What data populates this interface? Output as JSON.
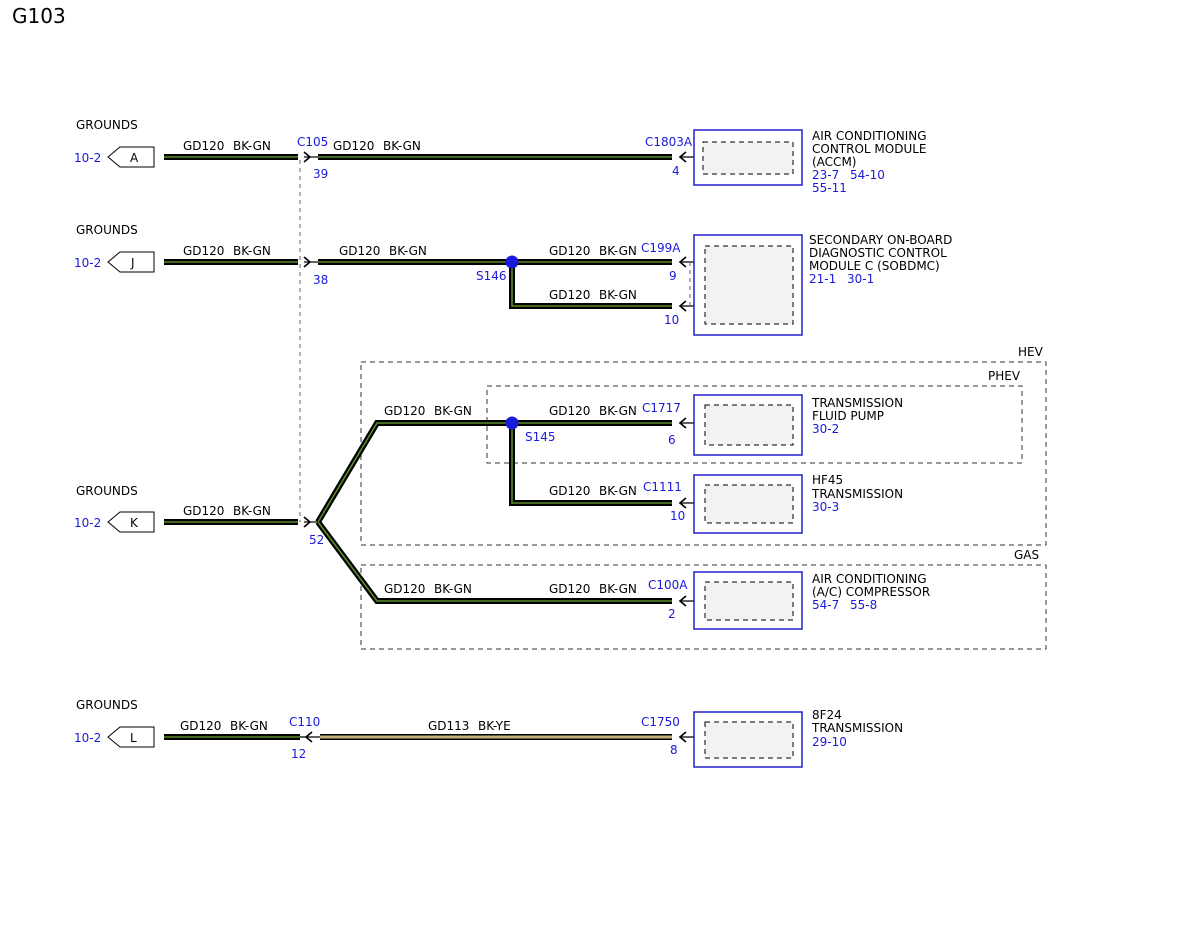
{
  "title": "G103",
  "grounds": [
    {
      "label": "GROUNDS",
      "ref": "10-2",
      "letter": "A"
    },
    {
      "label": "GROUNDS",
      "ref": "10-2",
      "letter": "J"
    },
    {
      "label": "GROUNDS",
      "ref": "10-2",
      "letter": "K"
    },
    {
      "label": "GROUNDS",
      "ref": "10-2",
      "letter": "L"
    }
  ],
  "wires": {
    "gd120": "GD120",
    "bkgn": "BK-GN",
    "gd113": "GD113",
    "bkye": "BK-YE"
  },
  "connectors": {
    "c105": "C105",
    "c105_pin": "39",
    "j_pin": "38",
    "k_pin": "52",
    "c110": "C110",
    "c110_pin": "12",
    "c1803a": "C1803A",
    "c1803a_pin": "4",
    "c199a": "C199A",
    "c199a_pin1": "9",
    "c199a_pin2": "10",
    "c1717": "C1717",
    "c1717_pin": "6",
    "c1111": "C1111",
    "c1111_pin": "10",
    "c100a": "C100A",
    "c100a_pin": "2",
    "c1750": "C1750",
    "c1750_pin": "8"
  },
  "splices": {
    "s146": "S146",
    "s145": "S145"
  },
  "regions": {
    "hev": "HEV",
    "phev": "PHEV",
    "gas": "GAS"
  },
  "modules": {
    "accm": {
      "lines": [
        "AIR CONDITIONING",
        "CONTROL MODULE",
        "(ACCM)"
      ],
      "refs1": [
        "23-7",
        "54-10"
      ],
      "refs2": [
        "55-11"
      ]
    },
    "sobdmc": {
      "lines": [
        "SECONDARY ON-BOARD",
        "DIAGNOSTIC CONTROL",
        "MODULE C (SOBDMC)"
      ],
      "refs1": [
        "21-1",
        "30-1"
      ]
    },
    "pump": {
      "lines": [
        "TRANSMISSION",
        "FLUID PUMP"
      ],
      "refs1": [
        "30-2"
      ]
    },
    "hf45": {
      "lines": [
        "HF45",
        "TRANSMISSION"
      ],
      "refs1": [
        "30-3"
      ]
    },
    "compressor": {
      "lines": [
        "AIR CONDITIONING",
        "(A/C) COMPRESSOR"
      ],
      "refs1": [
        "54-7",
        "55-8"
      ]
    },
    "f24": {
      "lines": [
        "8F24",
        "TRANSMISSION"
      ],
      "refs1": [
        "29-10"
      ]
    }
  },
  "colors": {
    "wire_outer": "#000000",
    "wire_green": "#5a8a28",
    "wire_yellow": "#c2b27c",
    "module_border": "#2020cc",
    "ref_blue": "#1a1adb"
  }
}
